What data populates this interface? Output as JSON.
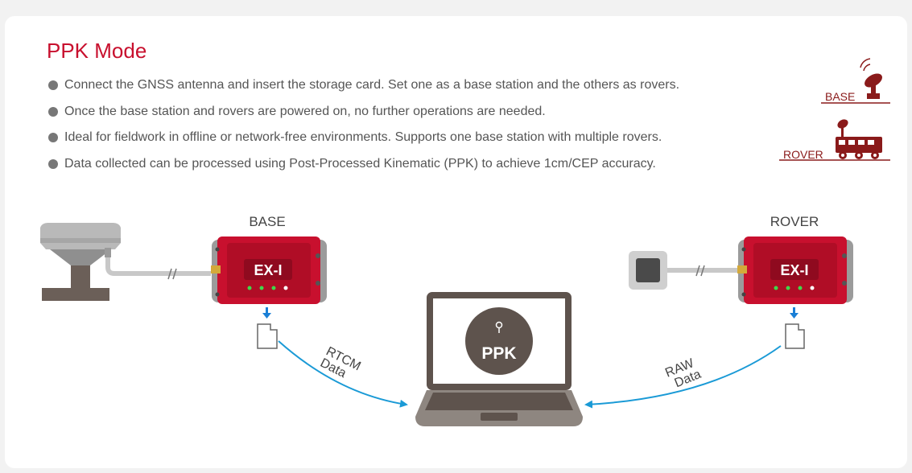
{
  "title": "PPK Mode",
  "bullets": [
    "Connect the GNSS antenna and insert the storage card. Set one as a base station and the others as rovers.",
    "Once the base station and rovers are powered on, no further operations are needed.",
    "Ideal for fieldwork in offline or network-free environments. Supports one base station with multiple rovers.",
    "Data collected can be processed using Post-Processed Kinematic (PPK) to achieve 1cm/CEP accuracy."
  ],
  "legend": {
    "base": "BASE",
    "rover": "ROVER"
  },
  "diagram": {
    "base_label": "BASE",
    "rover_label": "ROVER",
    "device_name": "EX-I",
    "laptop_center": "PPK",
    "rtcm_line1": "RTCM",
    "rtcm_line2": "Data",
    "raw_line1": "RAW",
    "raw_line2": "Data"
  },
  "colors": {
    "accent": "#c8102e",
    "arrow": "#1a9ad6",
    "laptop": "#5e534d"
  }
}
